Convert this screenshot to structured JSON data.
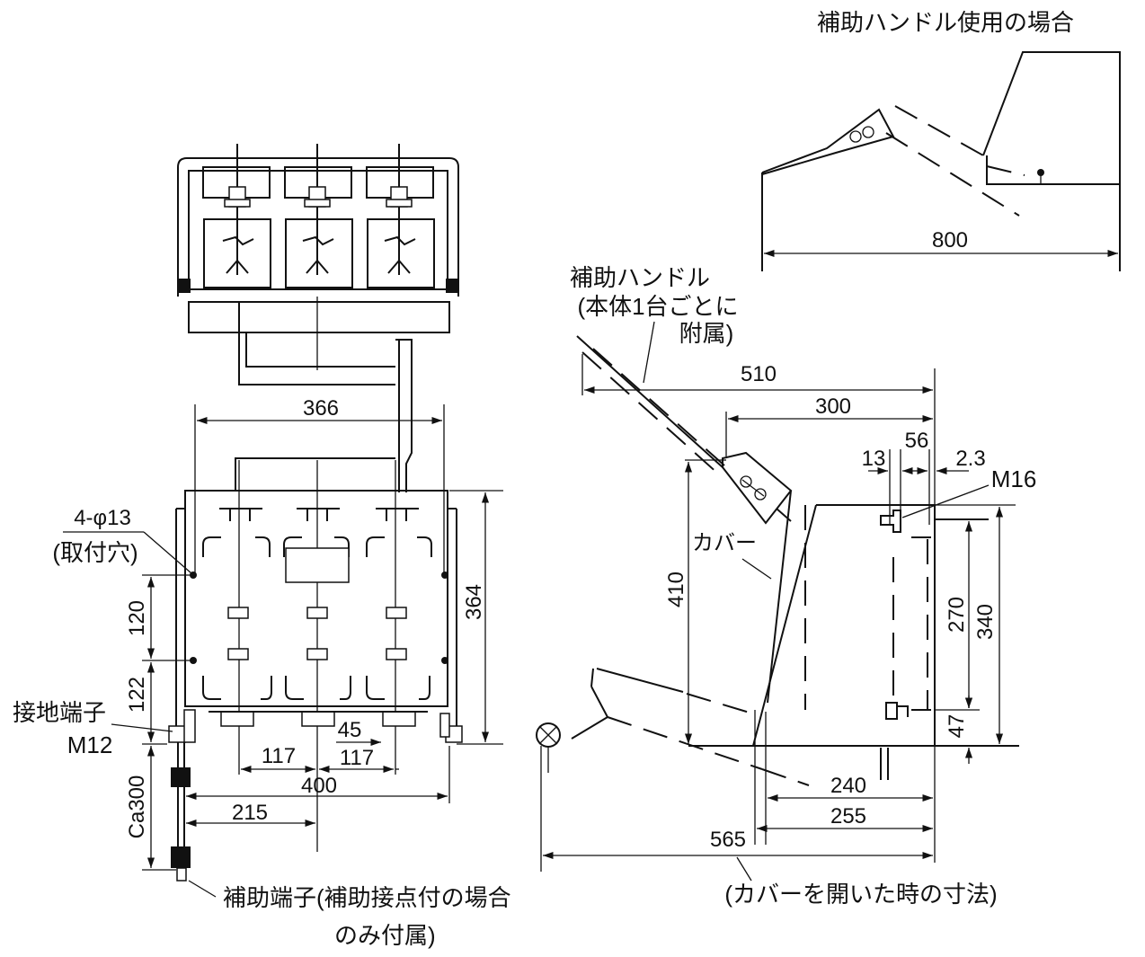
{
  "aux_handle_use": {
    "title": "補助ハンドル使用の場合",
    "dim_width": "800"
  },
  "aux_handle": {
    "label_line1": "補助ハンドル",
    "label_line2": "(本体1台ごとに",
    "label_line3": "附属)"
  },
  "front_view": {
    "dim_top_width": "366",
    "dim_height": "364",
    "dim_mount_spacing": "120",
    "dim_mount_lower": "122",
    "dim_cable_length": "Ca300",
    "dim_pitch_left": "117",
    "dim_pitch_right": "117",
    "dim_pitch_small": "45",
    "dim_base_width": "400",
    "dim_offset": "215",
    "mount_hole_spec": "4-φ13",
    "mount_hole_name": "(取付穴)",
    "ground_terminal": "接地端子",
    "ground_terminal_size": "M12",
    "aux_terminal_line1": "補助端子(補助接点付の場合",
    "aux_terminal_line2": "のみ付属)"
  },
  "side_view": {
    "dim_total_depth": "510",
    "dim_body_depth": "300",
    "dim_13": "13",
    "dim_56": "56",
    "dim_2_3": "2.3",
    "bolt_spec": "M16",
    "cover_label": "カバー",
    "dim_height": "410",
    "dim_270": "270",
    "dim_340": "340",
    "dim_47": "47",
    "dim_240": "240",
    "dim_255": "255",
    "dim_565": "565",
    "open_cover_note": "(カバーを開いた時の寸法)"
  }
}
